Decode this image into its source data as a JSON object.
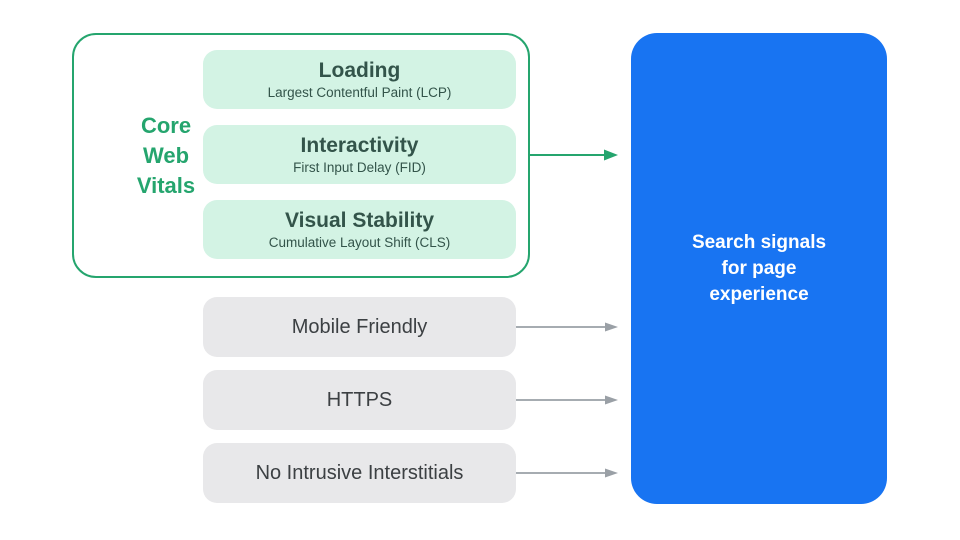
{
  "colors": {
    "green_accent": "#25A56E",
    "green_pill_fill": "#D3F3E4",
    "green_pill_text": "#33544A",
    "gray_pill_fill": "#E8E8EA",
    "gray_pill_text": "#3C4043",
    "arrow_gray": "#9AA0A6",
    "blue_box_fill": "#1874F2",
    "blue_box_text": "#FFFFFF",
    "background": "#FFFFFF"
  },
  "core_web_vitals": {
    "label": "Core Web Vitals",
    "items": [
      {
        "title": "Loading",
        "subtitle": "Largest Contentful Paint (LCP)"
      },
      {
        "title": "Interactivity",
        "subtitle": "First Input Delay (FID)"
      },
      {
        "title": "Visual Stability",
        "subtitle": "Cumulative Layout Shift (CLS)"
      }
    ]
  },
  "other_signals": [
    {
      "label": "Mobile Friendly"
    },
    {
      "label": "HTTPS"
    },
    {
      "label": "No Intrusive Interstitials"
    }
  ],
  "result_box": {
    "label": "Search signals for page experience"
  }
}
